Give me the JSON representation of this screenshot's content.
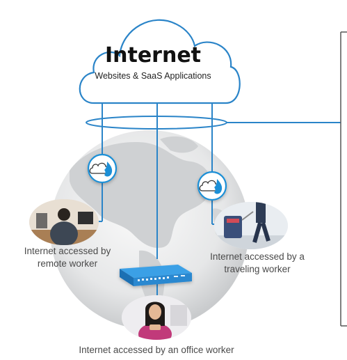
{
  "cloud": {
    "title": "Internet",
    "subtitle": "Websites & SaaS Applications"
  },
  "captions": {
    "remote": [
      "Internet accessed by",
      "remote worker"
    ],
    "traveling": [
      "Internet accessed by a",
      "traveling worker"
    ],
    "office": "Internet accessed by an office worker"
  },
  "icons": {
    "cloud_security": "cloud-flame-icon",
    "firewall": "firewall-appliance-icon"
  },
  "colors": {
    "accent_blue": "#1a8fd6",
    "line_blue": "#2a84c8",
    "globe_gray": "#d9dbdd"
  }
}
